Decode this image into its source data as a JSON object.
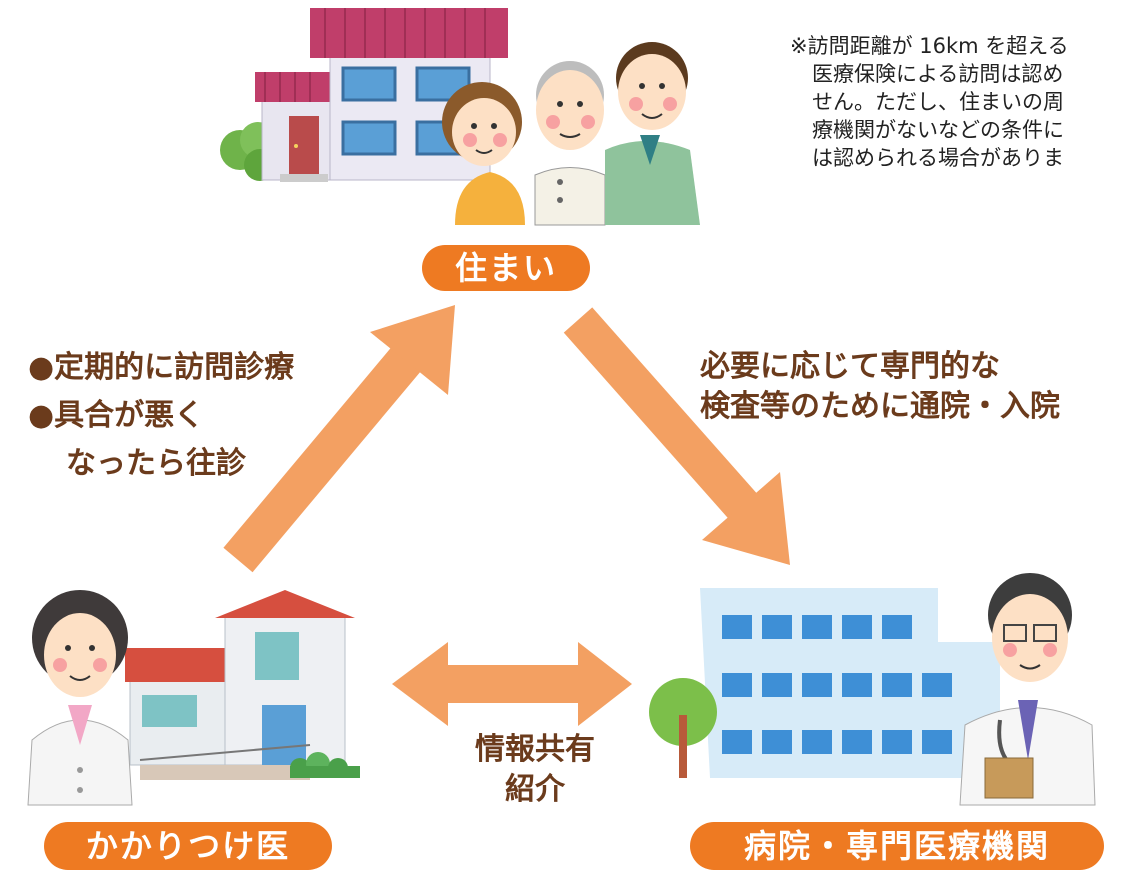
{
  "note": {
    "lines": [
      "※訪問距離が 16km を超える",
      "医療保険による訪問は認め",
      "せん。ただし、住まいの周",
      "療機関がないなどの条件に",
      "は認められる場合がありま"
    ]
  },
  "labels": {
    "home": "住まい",
    "doctor": "かかりつけ医",
    "hospital": "病院・専門医療機関"
  },
  "left_text": {
    "line1": "●定期的に訪問診療",
    "line2": "●具合が悪く",
    "line3": "なったら往診"
  },
  "right_text": {
    "line1": "必要に応じて専門的な",
    "line2": "検査等のために通院・入院"
  },
  "center_text": {
    "line1": "情報共有",
    "line2": "紹介"
  },
  "colors": {
    "accent_orange": "#ee7a22",
    "arrow": "#f3a062",
    "text_brown": "#6b3b1c"
  }
}
